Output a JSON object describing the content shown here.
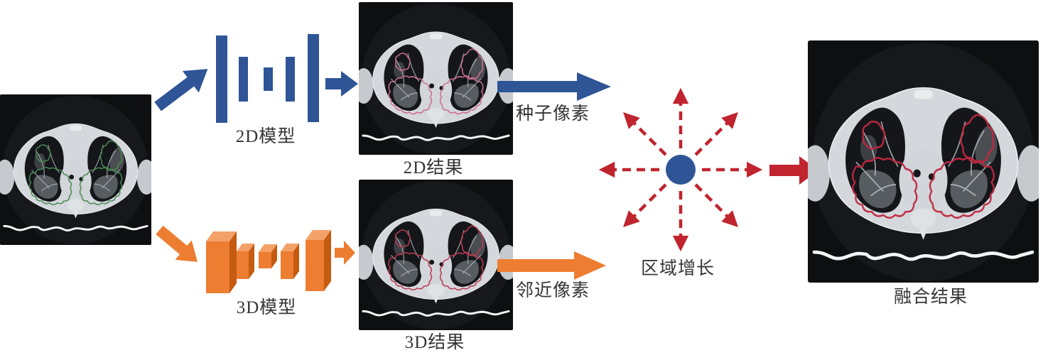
{
  "labels": {
    "model_2d": "2D模型",
    "result_2d": "2D结果",
    "model_3d": "3D模型",
    "result_3d": "3D结果",
    "seed_pixels": "种子像素",
    "neighbor_pixels": "邻近像素",
    "region_growing": "区域增长",
    "fusion_result": "融合结果"
  },
  "colors": {
    "blue": "#2f5597",
    "orange": "#ed7d31",
    "orange_dark": "#c55a11",
    "orange_light": "#f4a169",
    "red": "#c0242e",
    "text": "#353535",
    "ct_background": "#0e0f11",
    "seg_input_green": "#4a8a50",
    "seg_2d_pink": "#cf6f8f",
    "seg_3d_red": "#bb3a50",
    "seg_fusion_red": "#c02740"
  },
  "icons": {
    "model_2d_bars": "2d-cnn-bars-icon",
    "model_3d_blocks": "3d-cnn-blocks-icon",
    "region_growing_star": "region-growing-radial-icon",
    "ct_scans": [
      "input-ct-image",
      "result-2d-ct-image",
      "result-3d-ct-image",
      "fusion-ct-image"
    ]
  }
}
